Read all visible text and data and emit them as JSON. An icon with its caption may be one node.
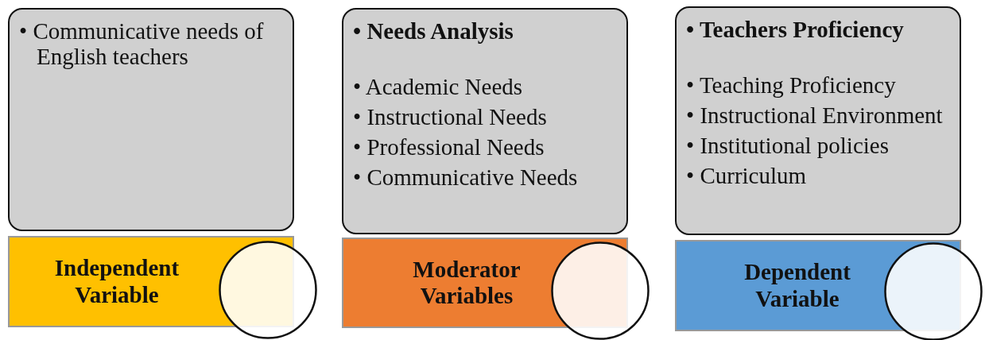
{
  "diagram": {
    "nodes": [
      {
        "text": [
          "• Communicative needs of English teachers"
        ]
      },
      {
        "text": [
          "Independent Variable"
        ]
      },
      {
        "text": [],
        "shape": "circle"
      },
      {
        "text": [
          "• Needs Analysis",
          "• Academic Needs",
          "• Instructional Needs",
          "• Professional Needs",
          "• Communicative Needs"
        ]
      },
      {
        "text": [
          "Moderator Variables"
        ]
      },
      {
        "text": [],
        "shape": "circle"
      },
      {
        "text": [
          "• Teachers Proficiency",
          "• Teaching Proficiency",
          "• Instructional Environment",
          "• Institutional policies",
          "• Curriculum"
        ]
      },
      {
        "text": [
          "Dependent Variable"
        ]
      },
      {
        "text": [],
        "shape": "circle"
      }
    ]
  }
}
